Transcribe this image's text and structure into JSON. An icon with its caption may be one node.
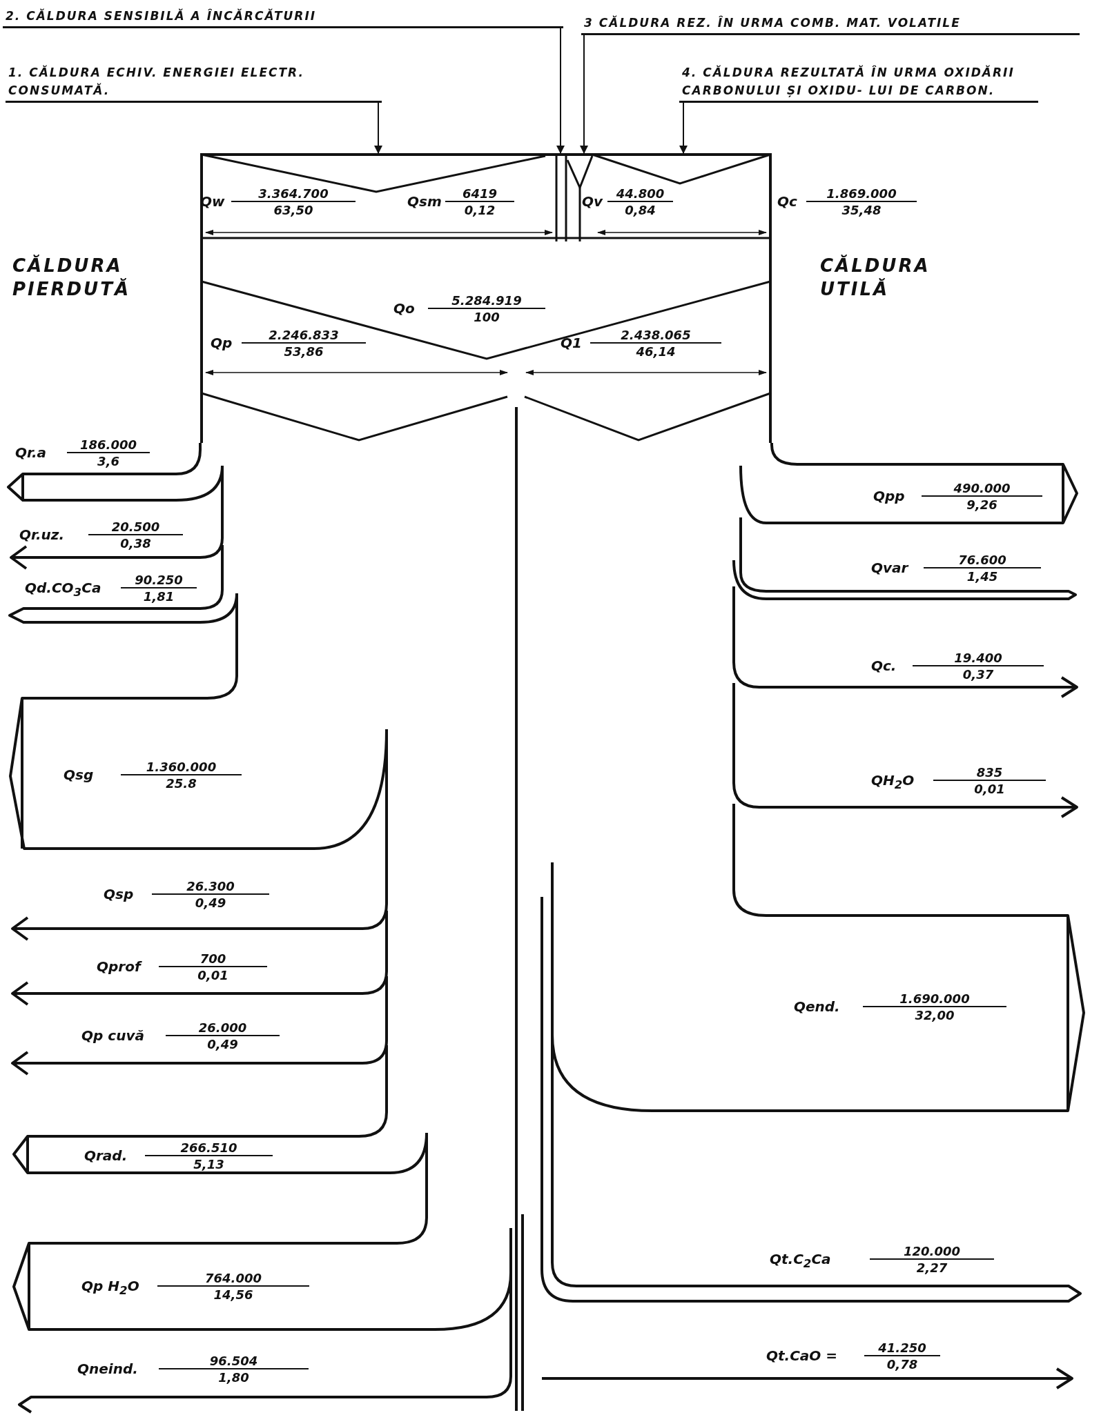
{
  "diagram": {
    "nodes": [
      {
        "text": [
          "2. CĂLDURA SENSIBILĂ A ÎNCĂRCĂTURII"
        ]
      },
      {
        "text": [
          "3 CĂLDURA REZ. ÎN URMA COMB. MAT. VOLATILE"
        ]
      },
      {
        "text": [
          "1. CĂLDURA ECHIV. ENERGIEI ELECTR. CONSUMATĂ."
        ]
      },
      {
        "text": [
          "4. CĂLDURA REZULTATĂ ÎN URMA OXIDĂRII CARBONULUI ȘI OXIDU- LUI DE CARBON."
        ]
      },
      {
        "text": [],
        "shape": "box"
      }
    ],
    "edges": [
      {
        "from": 0,
        "to": 4,
        "arrow": "to"
      },
      {
        "from": 1,
        "to": 4,
        "arrow": "to"
      },
      {
        "from": 2,
        "to": 4,
        "arrow": "to"
      },
      {
        "from": 3,
        "to": 4,
        "arrow": "to"
      }
    ],
    "labels": [
      "Qw",
      "3.364.700",
      "63,50",
      "Qsm",
      "6419",
      "0,12",
      "Qv",
      "44.800",
      "0,84",
      "Qc",
      "1.869.000",
      "35,48",
      "CĂLDURA PIERDUTĂ",
      "CĂLDURA UTILĂ",
      "Qo",
      "5.284.919",
      "100",
      "Qp",
      "2.246.833",
      "53,86",
      "Q1",
      "2.438.065",
      "46,14",
      "Qr.a",
      "186.000",
      "3,6",
      "Qr.uz.",
      "20.500",
      "0,38",
      "Qd.CO$_{3}$Ca",
      "90.250",
      "1,81",
      "Qsg",
      "1.360.000",
      "25.8",
      "Qsp",
      "26.300",
      "0,49",
      "Qprof",
      "700",
      "0,01",
      "Qp cuvă",
      "26.000",
      "0,49",
      "Qrad.",
      "266.510",
      "5,13",
      "Qp H$_{2}$O",
      "764.000",
      "14,56",
      "Qneind.",
      "96.504",
      "1,80",
      "Qpp",
      "490.000",
      "9,26",
      "Qvar",
      "76.600",
      "1,45",
      "Qc.",
      "19.400",
      "0,37",
      "QH$_{2}$O",
      "835",
      "0,01",
      "Qend.",
      "1.690.000",
      "32,00",
      "Qt.C$_{2}$Ca",
      "120.000",
      "2,27",
      "Qt.CaO =",
      "41.250",
      "0,78"
    ]
  }
}
